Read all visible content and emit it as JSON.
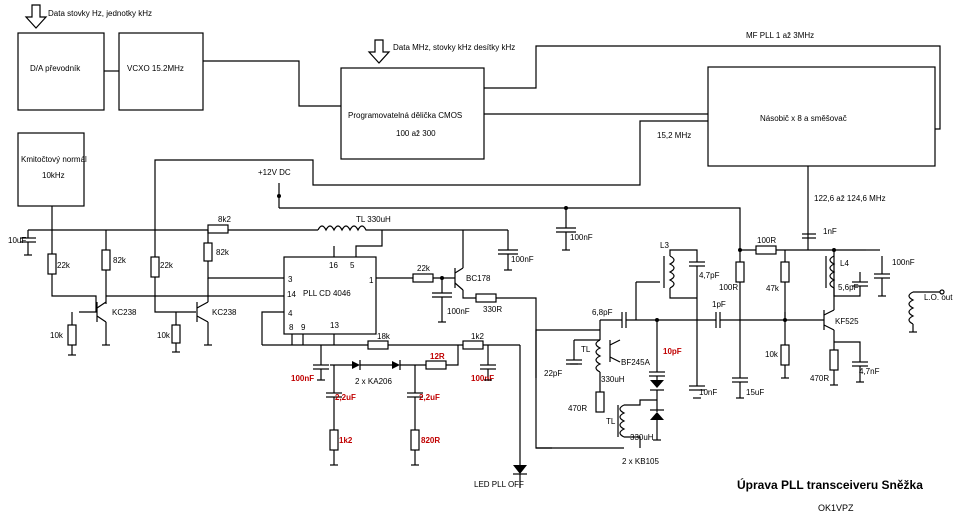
{
  "colors": {
    "wire": "#000000",
    "modified": "#c00000"
  },
  "blocks": {
    "da": "D/A převodník",
    "vcxo": "VCXO 15.2MHz",
    "divider_line1": "Programovatelná dělička CMOS",
    "divider_line2": "100 až 300",
    "multiplier": "Násobič x 8 a směšovač",
    "ref_line1": "Kmitočtový normál",
    "ref_line2": "10kHz",
    "pll_chip": "PLL CD 4046"
  },
  "notes": {
    "data_hz": "Data stovky Hz, jednotky kHz",
    "data_mhz": "Data MHz, stovky kHz desítky kHz",
    "mf_pll": "MF PLL 1 až 3MHz",
    "f152": "15,2 MHz",
    "f122": "122,6 až 124,6 MHz",
    "supply": "+12V DC",
    "lo_out": "L.O. out",
    "led": "LED PLL OFF"
  },
  "pins": {
    "p3": "3",
    "p14": "14",
    "p4": "4",
    "p8": "8",
    "p9": "9",
    "p13": "13",
    "p16": "16",
    "p5": "5",
    "p1": "1"
  },
  "components": {
    "c10u": "10uF",
    "r22k_a": "22k",
    "r82k_a": "82k",
    "r10k_a": "10k",
    "t_kc238_a": "KC238",
    "r22k_b": "22k",
    "r82k_b": "82k",
    "r10k_b": "10k",
    "t_kc238_b": "KC238",
    "r8k2": "8k2",
    "tl330": "TL 330uH",
    "c100n_a": "100nF",
    "c100n_b": "100nF",
    "r22k_c": "22k",
    "c100n_c": "100nF",
    "t_bc178": "BC178",
    "r330": "330R",
    "r18k": "18k",
    "r1k2": "1k2",
    "r12r": "12R",
    "c100n_red_a": "100nF",
    "c100n_red_b": "100nF",
    "d_ka206": "2 x KA206",
    "c22u_a": "2,2uF",
    "c22u_b": "2,2uF",
    "r1k2_red": "1k2",
    "r820": "820R",
    "l3": "L3",
    "c47p": "4,7pF",
    "r100_a": "100R",
    "r100_b": "100R",
    "c68p": "6,8pF",
    "c1p": "1pF",
    "c1n": "1nF",
    "l4": "L4",
    "c56p": "5,6pF",
    "c100n_d": "100nF",
    "r47k": "47k",
    "c22p": "22pF",
    "tl_a": "TL",
    "l330_a": "330uH",
    "t_bf245": "BF245A",
    "c10p": "10pF",
    "r470_a": "470R",
    "tl_b": "TL",
    "l330_b": "330uH",
    "kb105": "2 x KB105",
    "c10n": "10nF",
    "c15u": "15uF",
    "r10k_c": "10k",
    "t_kf525": "KF525",
    "r470_b": "470R",
    "c47n": "4,7nF"
  },
  "caption": {
    "title": "Úprava PLL transceiveru Sněžka",
    "author": "OK1VPZ"
  }
}
